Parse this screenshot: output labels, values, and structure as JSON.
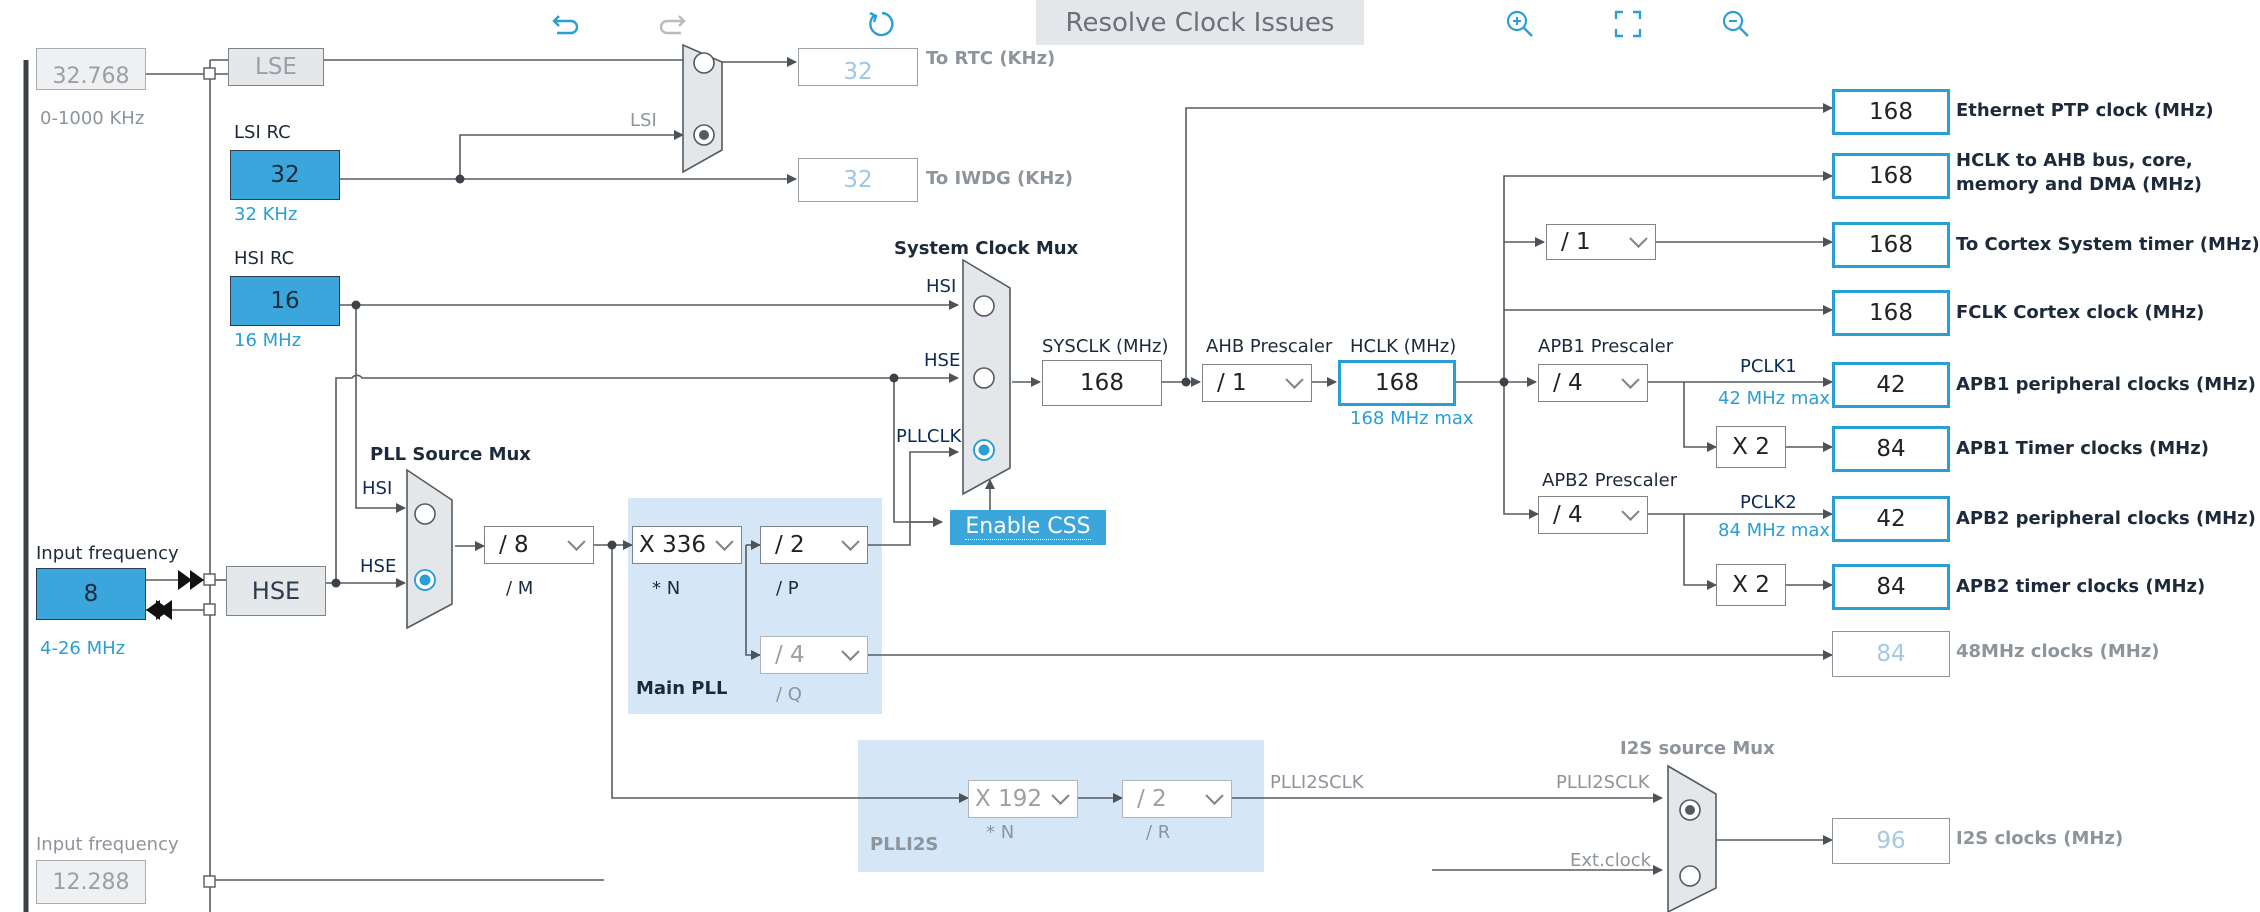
{
  "toolbar": {
    "resolve_label": "Resolve Clock Issues",
    "icons": [
      "undo-icon",
      "redo-icon",
      "reset-icon",
      "zoom-in-icon",
      "fit-screen-icon",
      "zoom-out-icon"
    ]
  },
  "left": {
    "lse_value": "32.768",
    "lse_label": "LSE",
    "lse_range": "0-1000 KHz",
    "lsi_title": "LSI RC",
    "lsi_value": "32",
    "lsi_unit": "32 KHz",
    "hsi_title": "HSI RC",
    "hsi_value": "16",
    "hsi_unit": "16 MHz",
    "input_freq_label": "Input frequency",
    "hse_input_value": "8",
    "hse_range": "4-26 MHz",
    "hse_label": "HSE",
    "ext_input_label": "Input frequency",
    "ext_input_value": "12.288"
  },
  "rtc": {
    "lsi_tag": "LSI",
    "rtc_value": "32",
    "rtc_label": "To RTC (KHz)",
    "iwdg_value": "32",
    "iwdg_label": "To IWDG (KHz)"
  },
  "pll_source": {
    "title": "PLL Source Mux",
    "hsi": "HSI",
    "hse": "HSE"
  },
  "main_pll": {
    "title": "Main PLL",
    "m_value": "/ 8",
    "m_label": "/ M",
    "n_value": "X 336",
    "n_label": "* N",
    "p_value": "/ 2",
    "p_label": "/ P",
    "q_value": "/ 4",
    "q_label": "/ Q"
  },
  "sysmux": {
    "title": "System Clock Mux",
    "hsi": "HSI",
    "hse": "HSE",
    "pllclk": "PLLCLK",
    "enable_css": "Enable CSS"
  },
  "sysclk": {
    "label": "SYSCLK (MHz)",
    "value": "168"
  },
  "ahb": {
    "label": "AHB Prescaler",
    "value": "/ 1"
  },
  "hclk": {
    "label": "HCLK (MHz)",
    "value": "168",
    "max": "168 MHz max"
  },
  "cortex_div": "/ 1",
  "apb1": {
    "label": "APB1 Prescaler",
    "value": "/ 4",
    "pclk": "PCLK1",
    "max": "42 MHz max",
    "x2": "X 2"
  },
  "apb2": {
    "label": "APB2 Prescaler",
    "value": "/ 4",
    "pclk": "PCLK2",
    "max": "84 MHz max",
    "x2": "X 2"
  },
  "outputs": [
    {
      "value": "168",
      "label": "Ethernet PTP clock (MHz)"
    },
    {
      "value": "168",
      "label": "HCLK to AHB bus, core,"
    },
    {
      "value": "168",
      "label": "To Cortex System timer (MHz)"
    },
    {
      "value": "168",
      "label": "FCLK Cortex clock (MHz)"
    },
    {
      "value": "42",
      "label": "APB1 peripheral clocks (MHz)"
    },
    {
      "value": "84",
      "label": "APB1 Timer clocks (MHz)"
    },
    {
      "value": "42",
      "label": "APB2 peripheral clocks (MHz)"
    },
    {
      "value": "84",
      "label": "APB2 timer clocks (MHz)"
    },
    {
      "value": "84",
      "label": "48MHz clocks (MHz)"
    },
    {
      "value": "96",
      "label": "I2S clocks (MHz)"
    }
  ],
  "hclk_label_line2": "memory and DMA (MHz)",
  "plli2s": {
    "title": "PLLI2S",
    "n_value": "X 192",
    "n_label": "* N",
    "r_value": "/ 2",
    "r_label": "/ R",
    "out_tag": "PLLI2SCLK"
  },
  "i2s_mux": {
    "title": "I2S source Mux",
    "plli2s": "PLLI2SCLK",
    "ext": "Ext.clock"
  },
  "colors": {
    "accent": "#3aa6dc",
    "highlight_border": "#2a9fd6",
    "wire": "#555b61",
    "pll_bg": "#d5e7f6"
  }
}
